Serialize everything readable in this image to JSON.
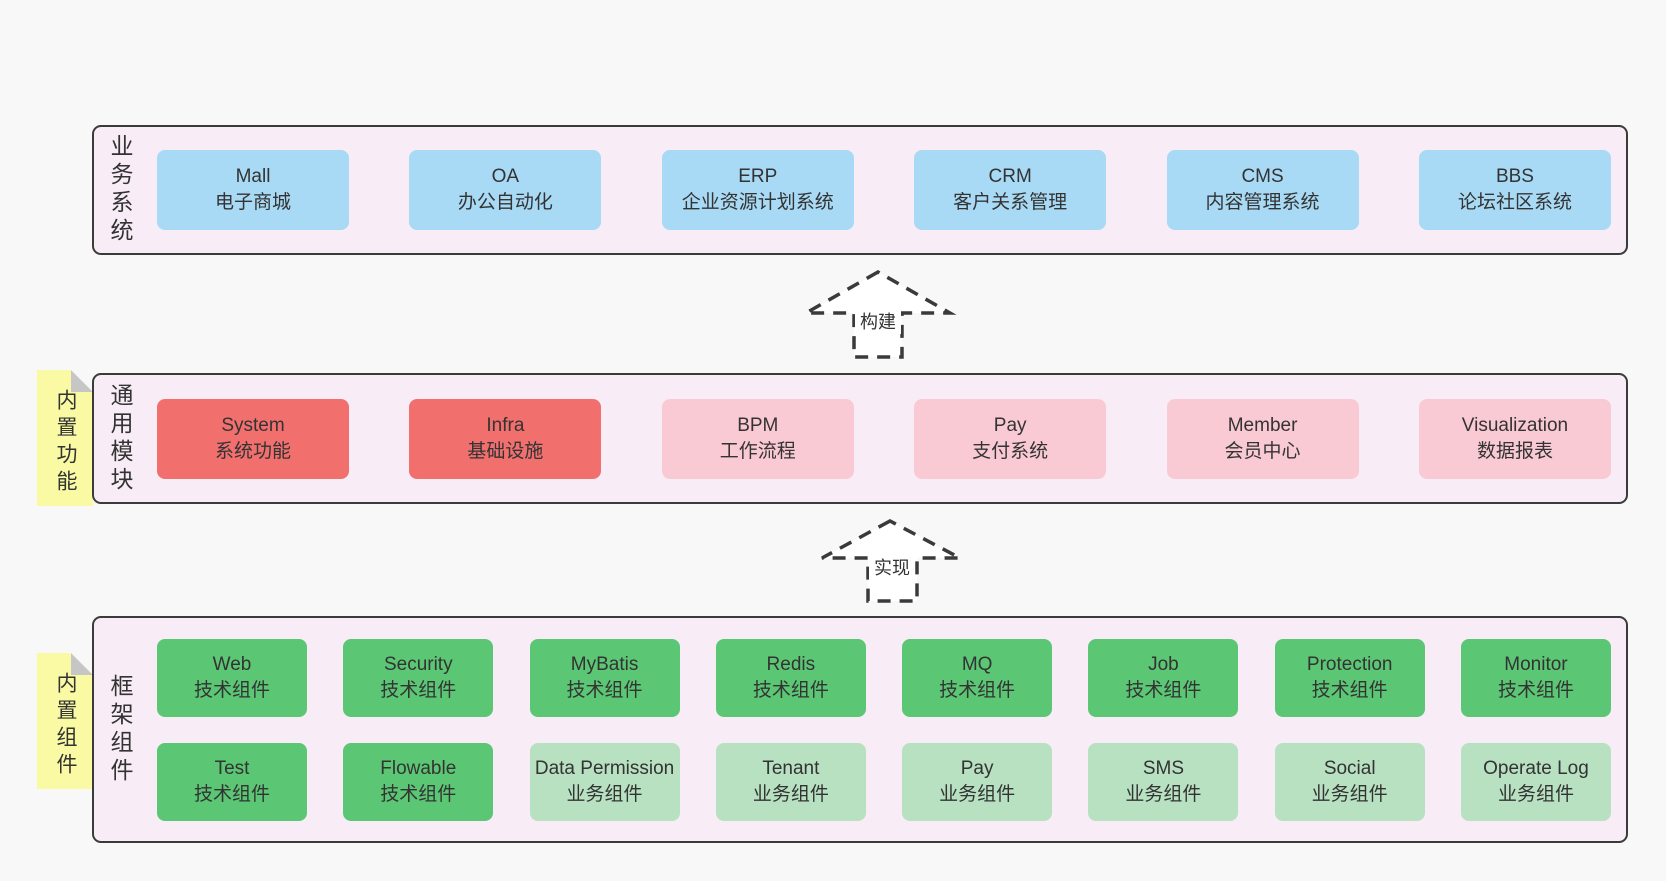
{
  "palette": {
    "page_bg": "#f8f8f8",
    "layer_bg": "#f8edf6",
    "layer_border": "#3b3b3b",
    "node_blue": "#a8daf5",
    "node_red": "#f1706e",
    "node_pink": "#facad4",
    "node_green": "#5bc774",
    "node_light_green": "#b7e1c1",
    "sticky_yellow": "#fafaa4",
    "sticky_fold": "#c6c6c6",
    "text": "#333333",
    "arrow": "#3a3a3a"
  },
  "arrows": {
    "build": "构建",
    "implement": "实现"
  },
  "business_layer": {
    "label": "业务系统",
    "boxes": [
      {
        "name": "Mall",
        "desc": "电子商城"
      },
      {
        "name": "OA",
        "desc": "办公自动化"
      },
      {
        "name": "ERP",
        "desc": "企业资源计划系统"
      },
      {
        "name": "CRM",
        "desc": "客户关系管理"
      },
      {
        "name": "CMS",
        "desc": "内容管理系统"
      },
      {
        "name": "BBS",
        "desc": "论坛社区系统"
      }
    ]
  },
  "module_layer": {
    "label": "通用模块",
    "sticky": "内置功能",
    "boxes": [
      {
        "name": "System",
        "desc": "系统功能"
      },
      {
        "name": "Infra",
        "desc": "基础设施"
      },
      {
        "name": "BPM",
        "desc": "工作流程"
      },
      {
        "name": "Pay",
        "desc": "支付系统"
      },
      {
        "name": "Member",
        "desc": "会员中心"
      },
      {
        "name": "Visualization",
        "desc": "数据报表"
      }
    ]
  },
  "component_layer": {
    "label": "框架组件",
    "sticky": "内置组件",
    "rows": [
      {
        "boxes": [
          {
            "name": "Web",
            "desc": "技术组件"
          },
          {
            "name": "Security",
            "desc": "技术组件"
          },
          {
            "name": "MyBatis",
            "desc": "技术组件"
          },
          {
            "name": "Redis",
            "desc": "技术组件"
          },
          {
            "name": "MQ",
            "desc": "技术组件"
          },
          {
            "name": "Job",
            "desc": "技术组件"
          },
          {
            "name": "Protection",
            "desc": "技术组件"
          },
          {
            "name": "Monitor",
            "desc": "技术组件"
          }
        ]
      },
      {
        "boxes": [
          {
            "name": "Test",
            "desc": "技术组件"
          },
          {
            "name": "Flowable",
            "desc": "技术组件"
          },
          {
            "name": "Data Permission",
            "desc": "业务组件"
          },
          {
            "name": "Tenant",
            "desc": "业务组件"
          },
          {
            "name": "Pay",
            "desc": "业务组件"
          },
          {
            "name": "SMS",
            "desc": "业务组件"
          },
          {
            "name": "Social",
            "desc": "业务组件"
          },
          {
            "name": "Operate Log",
            "desc": "业务组件"
          }
        ]
      }
    ]
  }
}
